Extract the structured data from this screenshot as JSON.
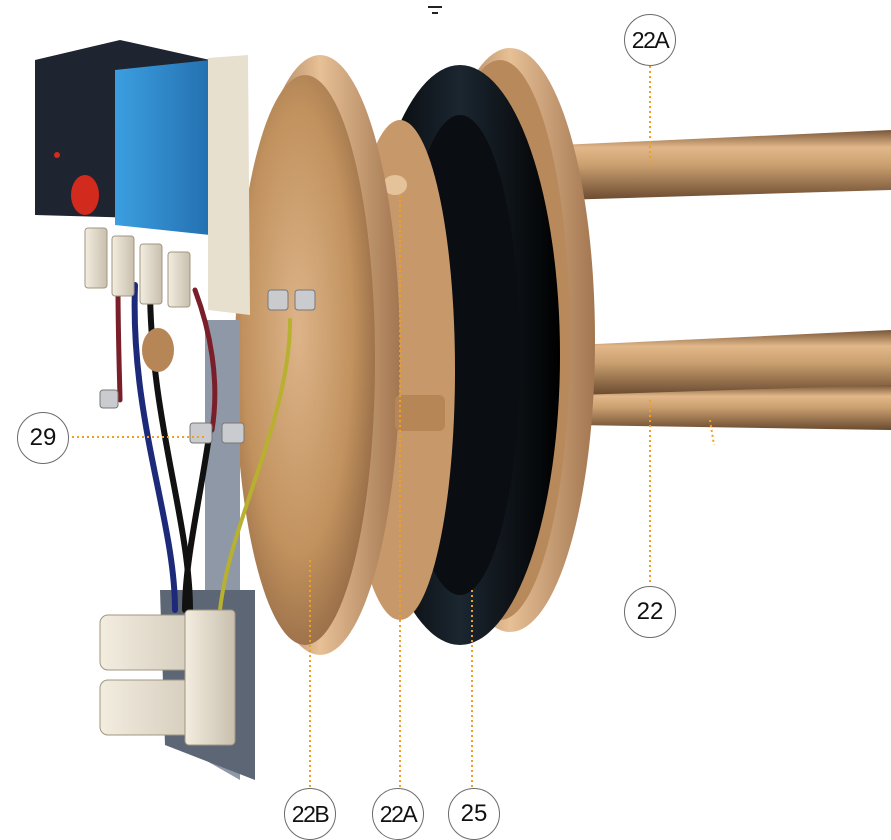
{
  "diagram": {
    "callouts": {
      "c22a_top": "22A",
      "c22": "22",
      "c29": "29",
      "c22b": "22B",
      "c22a_bottom": "22A",
      "c25": "25"
    }
  },
  "colors": {
    "leader": "#f0a020",
    "brass": "#c9965f",
    "gasket": "#0a0d12",
    "thermostat_blue": "#2f8fd0",
    "thermostat_dark": "#1e2430",
    "terminal": "#e8e0cf"
  }
}
